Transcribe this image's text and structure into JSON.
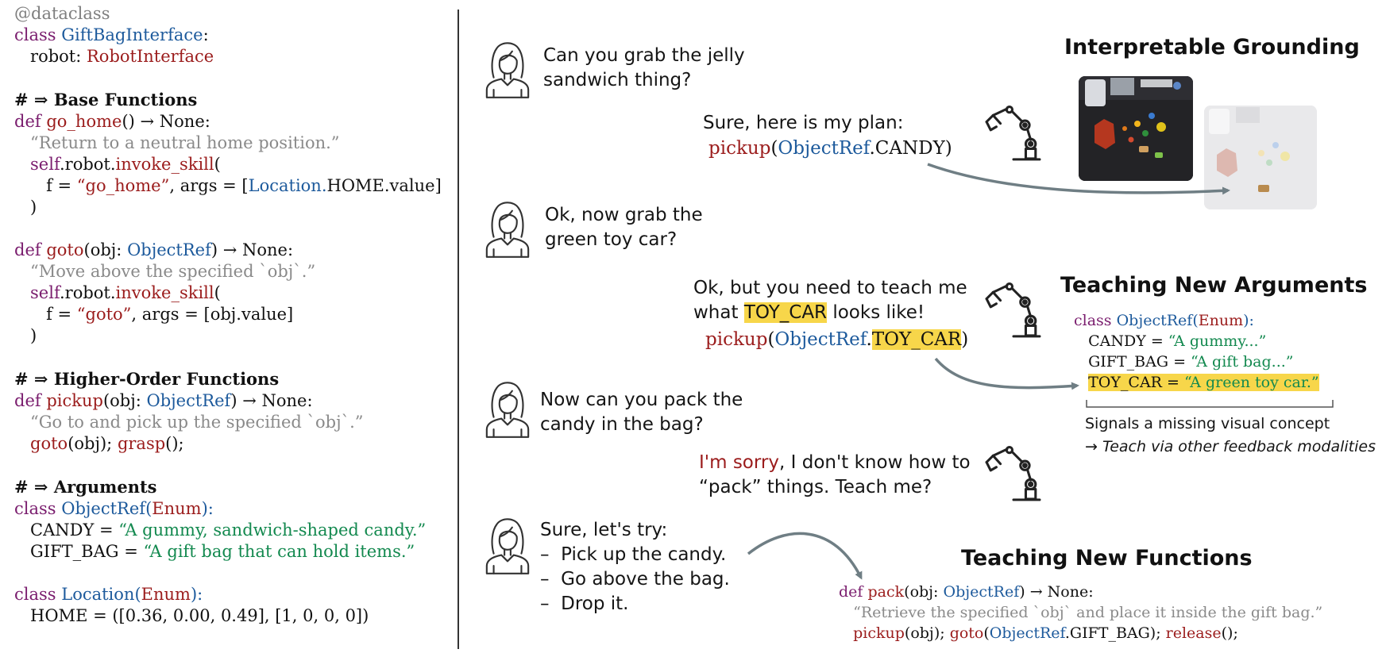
{
  "left_code": {
    "decorator": "@dataclass",
    "class_kw": "class",
    "class_name": "GiftBagInterface",
    "colon": ":",
    "robot_attr": "robot: ",
    "robot_type": "RobotInterface",
    "base_header": "# ⇒ Base Functions",
    "def_kw": "def",
    "go_home_name": "go_home",
    "go_home_sig": "() → None:",
    "go_home_doc": "“Return to a neutral home position.”",
    "self_kw": "self",
    "robot_dot": ".robot.",
    "invoke": "invoke_skill",
    "paren_open": "(",
    "f_eq": "f = ",
    "go_home_str": "“go_home”",
    "args_eq": ", args = [",
    "location_cls": "Location.",
    "home_value": "HOME.value]",
    "paren_close": ")",
    "goto_name": "goto",
    "goto_sig_a": "(obj: ",
    "objectref": "ObjectRef",
    "goto_sig_b": ") → None:",
    "goto_doc": "“Move above the specified `obj`.”",
    "goto_str": "“goto”",
    "goto_args": ", args = [obj.value]",
    "higher_header": "# ⇒ Higher-Order Functions",
    "pickup_name": "pickup",
    "pickup_doc": "“Go to and pick up the specified `obj`.”",
    "goto_call": "goto",
    "obj_call": "(obj); ",
    "grasp_call": "grasp",
    "grasp_end": "();",
    "arguments_header": "# ⇒ Arguments",
    "enum_name": "Enum",
    "enum_close": "):",
    "candy_eq": "CANDY = ",
    "candy_str": "“A gummy, sandwich-shaped candy.”",
    "giftbag_eq": "GIFT_BAG = ",
    "giftbag_str": "“A gift bag that can hold items.”",
    "location_name": "Location",
    "home_line": "HOME = ([0.36, 0.00, 0.49], [1, 0, 0, 0])"
  },
  "dialog": {
    "user1": [
      "Can you grab the jelly",
      "sandwich thing?"
    ],
    "robot1": "Sure, here is my plan:",
    "robot1_code": {
      "fn": "pickup",
      "open": "(",
      "cls": "ObjectRef",
      "rest": ".CANDY)"
    },
    "user2": [
      "Ok, now grab the",
      "green toy car?"
    ],
    "robot2_line1": "Ok, but you need to teach me",
    "robot2_line2_a": "what ",
    "robot2_line2_hl": "TOY_CAR",
    "robot2_line2_b": " looks like!",
    "robot2_code": {
      "fn": "pickup",
      "open": "(",
      "cls": "ObjectRef",
      "dot": ".",
      "hl": "TOY_CAR",
      "close": ")"
    },
    "user3": [
      "Now can you pack the",
      "candy in the bag?"
    ],
    "robot3_sorry": "I'm sorry",
    "robot3_rest": ", I don't know how to",
    "robot3_line2": "“pack” things. Teach me?",
    "user4": [
      "Sure, let's try:",
      "–  Pick up the candy.",
      "–  Go above the bag.",
      "–  Drop it."
    ]
  },
  "grounding": {
    "title": "Interpretable Grounding"
  },
  "teach_args": {
    "title": "Teaching New Arguments",
    "class_kw": "class",
    "class_name": "ObjectRef",
    "paren": "(",
    "enum": "Enum",
    "close": "):",
    "candy_eq": "CANDY = ",
    "candy_str": "“A gummy...”",
    "gift_eq": "GIFT_BAG = ",
    "gift_str": "“A gift bag...”",
    "toy_eq": "TOY_CAR = ",
    "toy_str": "“A green toy car.”",
    "note1": "Signals a missing visual concept",
    "note2_arrow": "→ ",
    "note2": "Teach via other feedback modalities"
  },
  "teach_funcs": {
    "title": "Teaching New Functions",
    "def_kw": "def",
    "fn_name": "pack",
    "sig_a": "(obj: ",
    "cls": "ObjectRef",
    "sig_b": ") → None:",
    "doc": "“Retrieve the specified `obj` and place it inside the gift bag.”",
    "call1": "pickup",
    "call1_rest": "(obj); ",
    "call2": "goto",
    "call2_open": "(",
    "call2_cls": "ObjectRef",
    "call2_rest": ".GIFT_BAG); ",
    "call3": "release",
    "call3_rest": "();"
  },
  "colors": {
    "keyword": "#7a1d6e",
    "function": "#9b1c1c",
    "class": "#1d5a9c",
    "string": "#13894f",
    "docstring": "#8a8a8a",
    "highlight": "#f7d64a",
    "arrow": "#6f7e84"
  },
  "icons": [
    "person-icon",
    "robot-arm-icon"
  ]
}
